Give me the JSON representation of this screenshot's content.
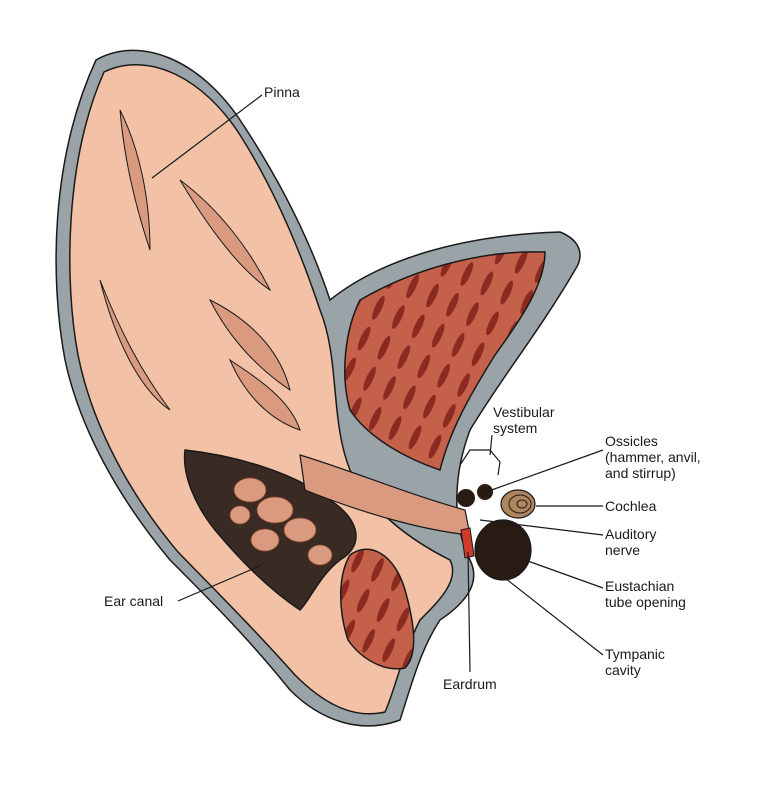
{
  "diagram": {
    "labels": {
      "pinna": [
        "Pinna"
      ],
      "vestibular": [
        "Vestibular",
        "system"
      ],
      "ossicles": [
        "Ossicles",
        "(hammer, anvil,",
        "and stirrup)"
      ],
      "cochlea": [
        "Cochlea"
      ],
      "auditory": [
        "Auditory",
        "nerve"
      ],
      "eustachian": [
        "Eustachian",
        "tube opening"
      ],
      "tympanic": [
        "Tympanic",
        "cavity"
      ],
      "eardrum": [
        "Eardrum"
      ],
      "ear_canal": [
        "Ear canal"
      ]
    },
    "colors": {
      "skin": "#f2c1a6",
      "skin_shadow": "#d99a80",
      "muscle": "#c5614b",
      "muscle_dark": "#8a2a20",
      "fur": "#9aa3a8",
      "ink": "#1a1a1a",
      "eardrum": "#d23a2a"
    }
  }
}
